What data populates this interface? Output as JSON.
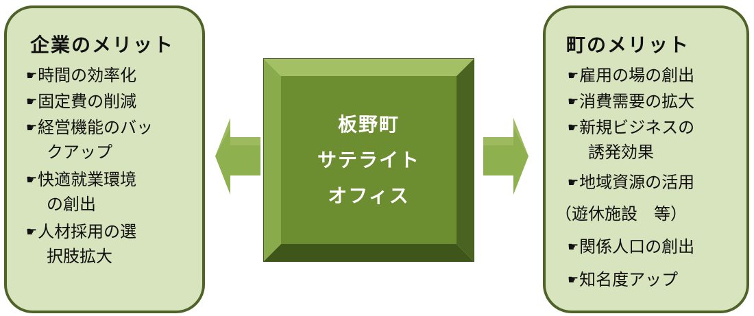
{
  "left_panel": {
    "title": "企業のメリット",
    "items": [
      [
        "時間の効率化"
      ],
      [
        "固定費の削減"
      ],
      [
        "経営機能のバッ",
        "クアップ"
      ],
      [
        "快適就業環境",
        "の創出"
      ],
      [
        "人材採用の選",
        "択肢拡大"
      ]
    ]
  },
  "center": {
    "lines": [
      "板野町",
      "サテライト",
      "オフィス"
    ]
  },
  "right_panel": {
    "title": "町のメリット",
    "items": [
      [
        "雇用の場の創出"
      ],
      [
        "消費需要の拡大"
      ],
      [
        "新規ビジネスの",
        "誘発効果"
      ],
      [
        "地域資源の活用",
        "（遊休施設　等）"
      ],
      [
        "関係人口の創出"
      ],
      [
        "知名度アップ"
      ]
    ]
  },
  "bullet_glyph": "☛",
  "colors": {
    "panel_fill": "#d7e4bd",
    "panel_border": "#4f6228",
    "box_face": "#6c8d30",
    "arrow_fill": "#8fb04f"
  }
}
